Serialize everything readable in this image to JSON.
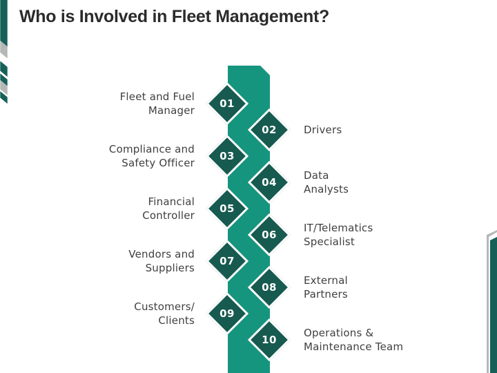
{
  "title": "Who is Involved in Fleet Management?",
  "colors": {
    "band": "#16957E",
    "diamond": "#175A50",
    "stripe_teal": "#166058",
    "stripe_gray": "#B5B8B7",
    "title_text": "#2B2B2B",
    "label_text": "#404040"
  },
  "items": [
    {
      "num": "01",
      "side": "left",
      "label_lines": [
        "Fleet and Fuel",
        "Manager"
      ]
    },
    {
      "num": "02",
      "side": "right",
      "label_lines": [
        "Drivers"
      ]
    },
    {
      "num": "03",
      "side": "left",
      "label_lines": [
        "Compliance and",
        "Safety Officer"
      ]
    },
    {
      "num": "04",
      "side": "right",
      "label_lines": [
        "Data",
        "Analysts"
      ]
    },
    {
      "num": "05",
      "side": "left",
      "label_lines": [
        "Financial",
        "Controller"
      ]
    },
    {
      "num": "06",
      "side": "right",
      "label_lines": [
        "IT/Telematics",
        "Specialist"
      ]
    },
    {
      "num": "07",
      "side": "left",
      "label_lines": [
        "Vendors and",
        "Suppliers"
      ]
    },
    {
      "num": "08",
      "side": "right",
      "label_lines": [
        "External",
        "Partners"
      ]
    },
    {
      "num": "09",
      "side": "left",
      "label_lines": [
        "Customers/",
        "Clients"
      ]
    },
    {
      "num": "10",
      "side": "right",
      "label_lines": [
        "Operations &",
        "Maintenance Team"
      ]
    }
  ]
}
